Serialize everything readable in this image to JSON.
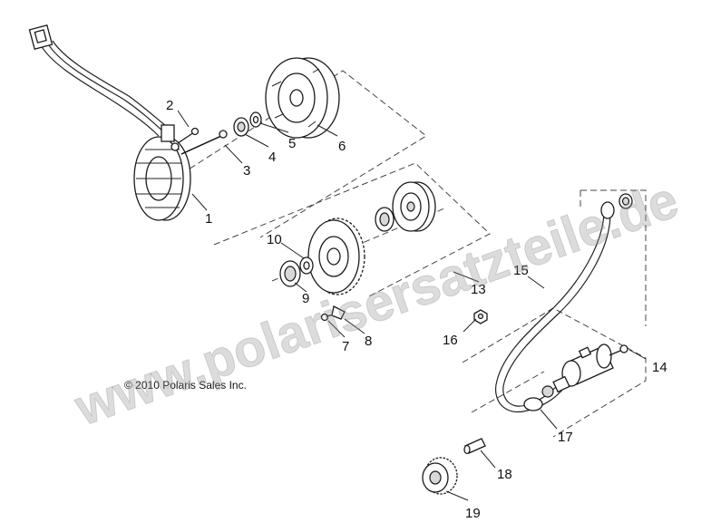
{
  "copyright": "© 2010 Polaris Sales Inc.",
  "watermark": "www.polarisersatzteile.de",
  "callouts": {
    "c1": "1",
    "c2": "2",
    "c3": "3",
    "c4": "4",
    "c5": "5",
    "c6": "6",
    "c7": "7",
    "c8": "8",
    "c9": "9",
    "c10": "10",
    "c13": "13",
    "c14": "14",
    "c15": "15",
    "c16": "16",
    "c17": "17",
    "c18": "18",
    "c19": "19"
  }
}
